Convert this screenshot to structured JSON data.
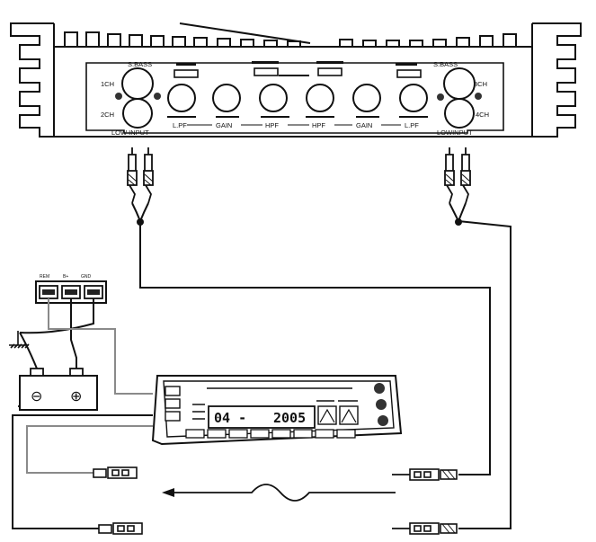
{
  "amplifier": {
    "ch1": "1CH",
    "ch2": "2CH",
    "ch3": "3CH",
    "ch4": "4CH",
    "sbass_left": "S.BASS",
    "sbass_right": "S.BASS",
    "low_input_left": "LOW INPUT",
    "low_input_right": "LOWINPUT",
    "lpf_left": "L.PF",
    "gain_left": "GAIN",
    "hpf_left": "HPF",
    "hpf_right": "HPF",
    "gain_right": "GAIN",
    "lpf_right": "L.PF"
  },
  "power_terminal": {
    "rem": "REM",
    "b_plus": "B+",
    "gnd": "GND"
  },
  "battery": {
    "negative": "⊖",
    "positive": "⊕"
  },
  "head_unit": {
    "display_text": "04 - ",
    "display_text_2": "2005"
  },
  "colors": {
    "line": "#111111",
    "gray_wire": "#8a8a8a",
    "background": "#ffffff"
  }
}
